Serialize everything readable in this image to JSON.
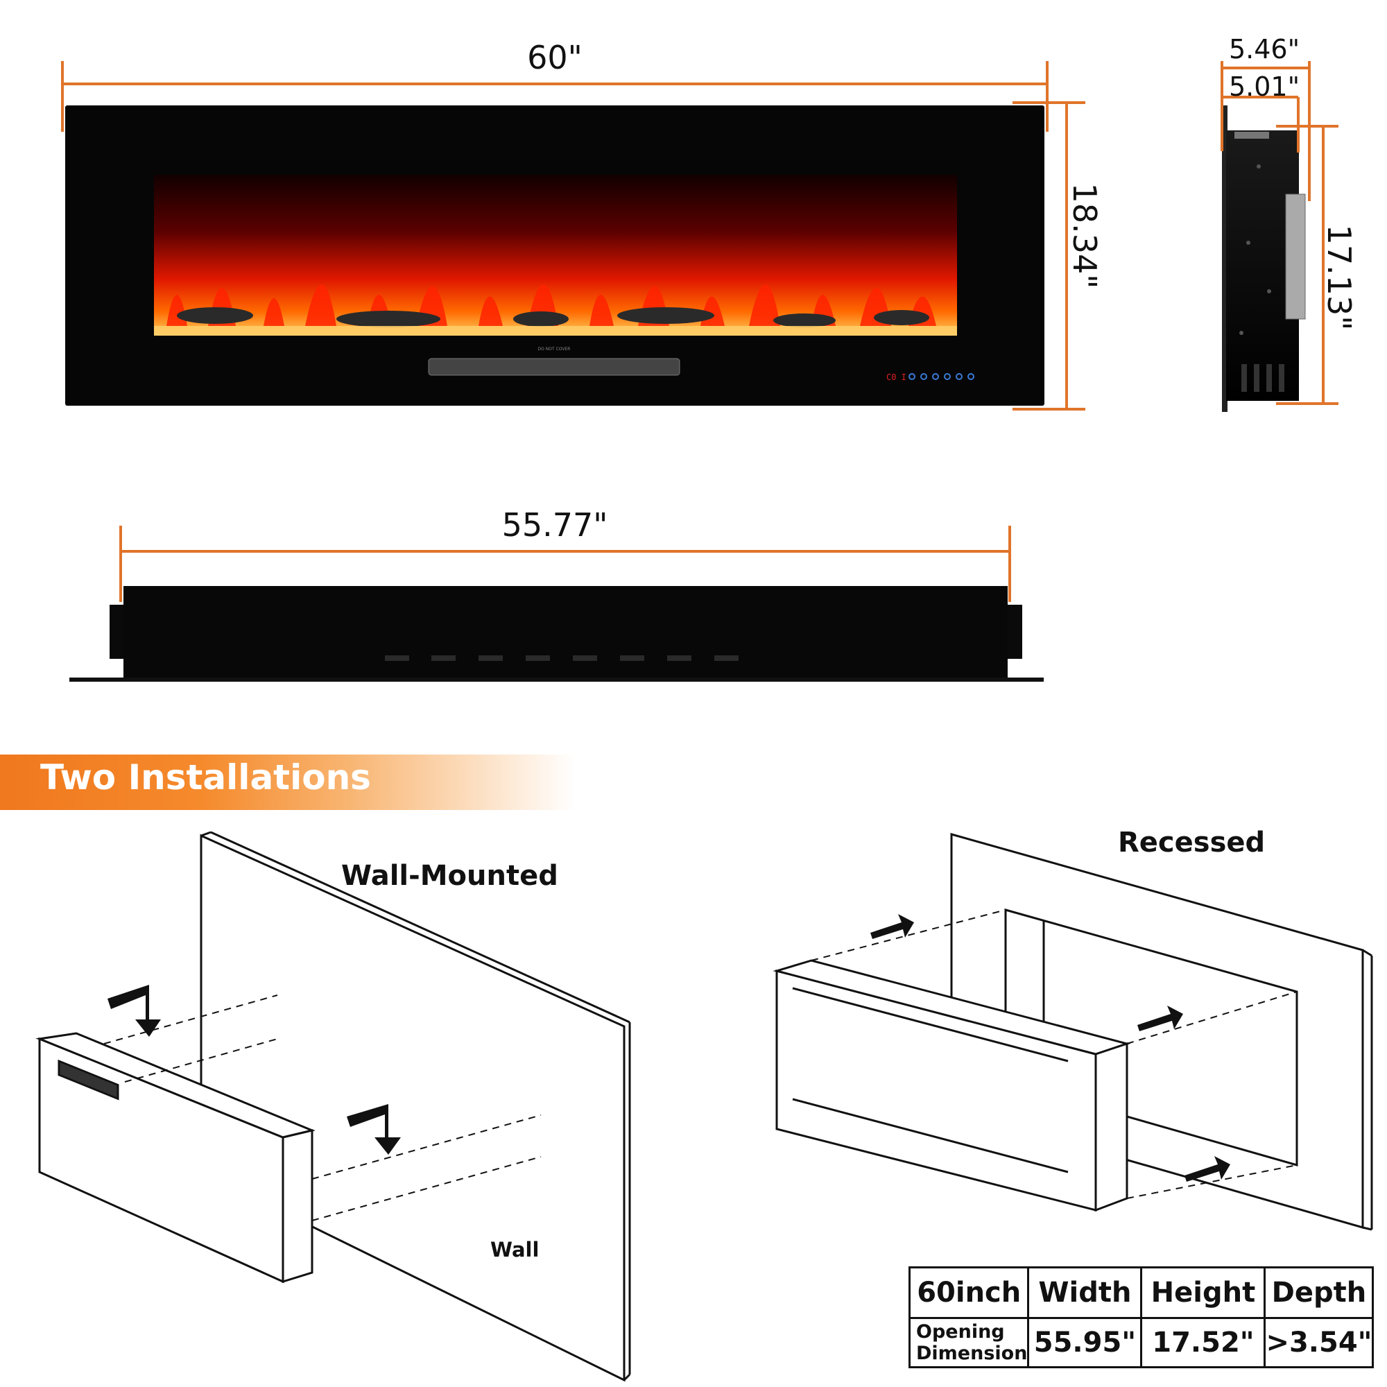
{
  "colors": {
    "dimension_line": "#e0742a",
    "banner": "#f07a1c",
    "fireplace": "#050505",
    "flame": "#ff2a00"
  },
  "dimensions": {
    "front_width": "60\"",
    "front_height": "18.34\"",
    "side_depth_outer": "5.46\"",
    "side_depth_inner": "5.01\"",
    "side_height": "17.13\"",
    "top_width": "55.77\""
  },
  "panel": {
    "warning": "DO NOT COVER",
    "display": "C0 I"
  },
  "section_title": "Two Installations",
  "installations": {
    "wall_mounted": "Wall-Mounted",
    "wall_label": "Wall",
    "recessed": "Recessed"
  },
  "spec_table": {
    "headers": [
      "60inch",
      "Width",
      "Height",
      "Depth"
    ],
    "row_label": [
      "Opening",
      "Dimension"
    ],
    "values": [
      "55.95\"",
      "17.52\"",
      ">3.54\""
    ]
  }
}
